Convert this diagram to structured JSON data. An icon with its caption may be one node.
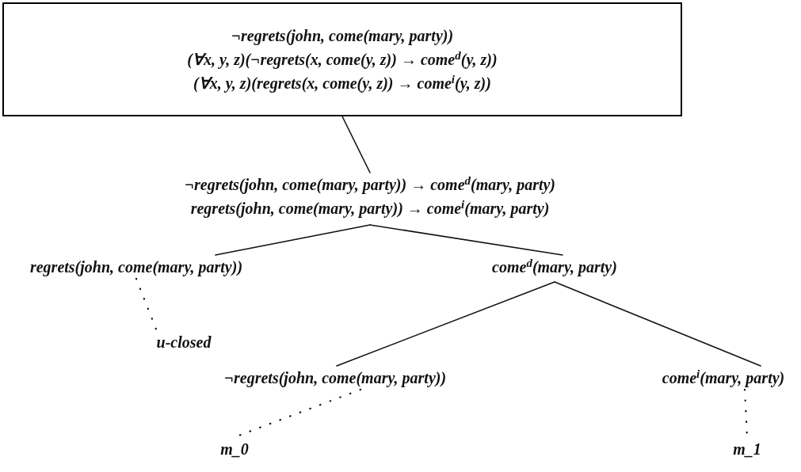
{
  "diagram": {
    "nodes": [
      {
        "text": [
          "¬regrets(john, come(mary, party))",
          "(∀x, y, z)(¬regrets(x, come(y, z)) → come$^{d}$(y, z))",
          "(∀x, y, z)(regrets(x, come(y, z)) → come$^{i}$(y, z))"
        ]
      },
      {
        "text": [
          "¬regrets(john, come(mary, party)) → come$^{d}$(mary, party)",
          "regrets(john, come(mary, party)) → come$^{i}$(mary, party)"
        ]
      },
      {
        "text": [
          "regrets(john, come(mary, party))"
        ]
      },
      {
        "text": [
          "come$^{d}$(mary, party)"
        ]
      },
      {
        "text": [
          "u-closed"
        ]
      },
      {
        "text": [
          "¬regrets(john, come(mary, party))"
        ]
      },
      {
        "text": [
          "come$^{i}$(mary, party)"
        ]
      },
      {
        "text": [
          "m_0"
        ]
      },
      {
        "text": [
          "m_1"
        ]
      }
    ],
    "edges": [
      {
        "from": 0,
        "to": 1,
        "arrow": "none"
      },
      {
        "from": 1,
        "to": 2,
        "arrow": "none"
      },
      {
        "from": 1,
        "to": 3,
        "arrow": "none"
      },
      {
        "from": 2,
        "to": 4,
        "arrow": "none",
        "style": "dashed"
      },
      {
        "from": 3,
        "to": 5,
        "arrow": "none"
      },
      {
        "from": 3,
        "to": 6,
        "arrow": "none"
      },
      {
        "from": 5,
        "to": 7,
        "arrow": "none",
        "style": "dashed"
      },
      {
        "from": 6,
        "to": 8,
        "arrow": "none",
        "style": "dashed"
      }
    ]
  }
}
